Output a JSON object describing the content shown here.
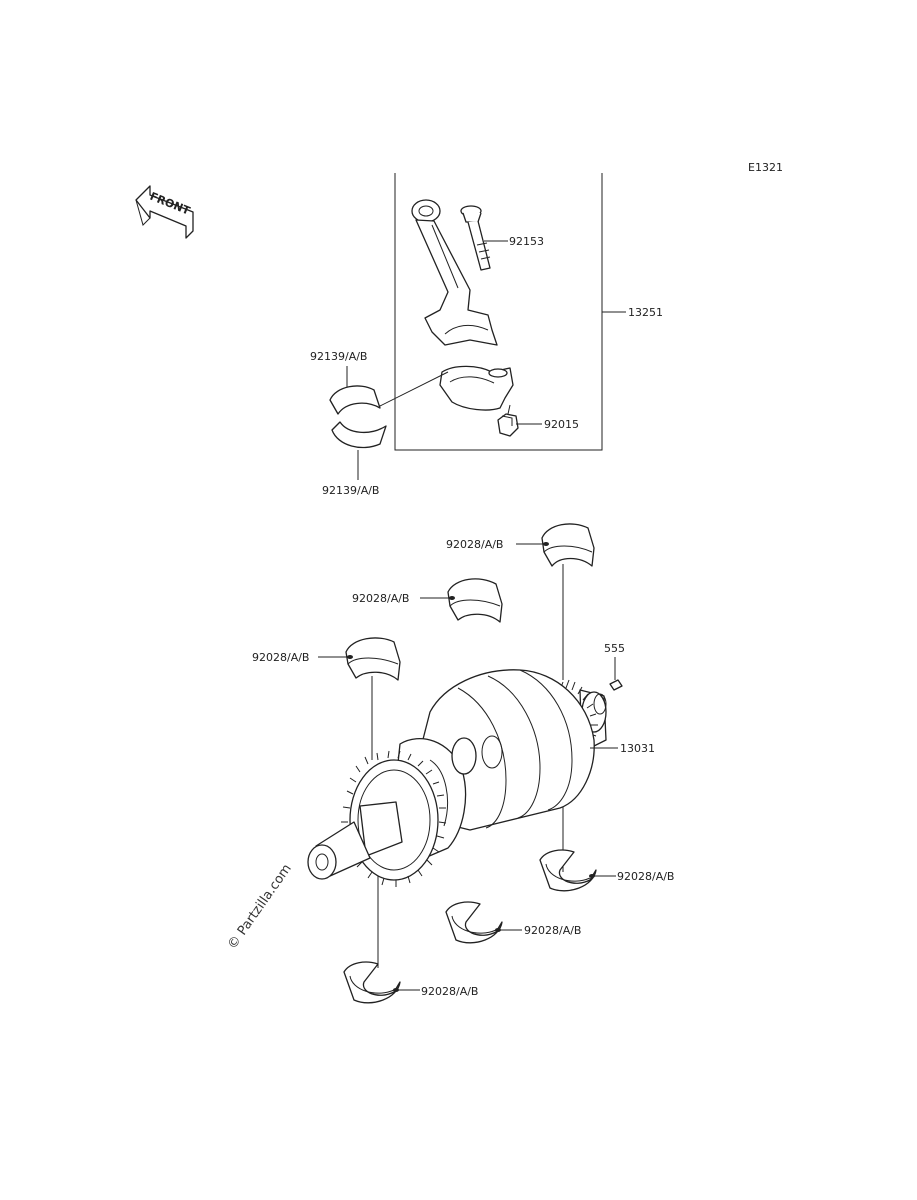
{
  "diagram": {
    "code": "E1321",
    "front_label": "FRONT",
    "watermark": "© Partzilla.com",
    "footer_line1": "",
    "footer_line2": "",
    "callouts": {
      "bolt": "92153",
      "connecting_rod_assy": "13251",
      "rod_bearing_upper": "92139/A/B",
      "rod_bearing_lower": "92139/A/B",
      "nut": "92015",
      "main_bearing_top_right": "92028/A/B",
      "main_bearing_top_center": "92028/A/B",
      "main_bearing_top_left": "92028/A/B",
      "pin": "555",
      "crankshaft": "13031",
      "main_bearing_bottom_right": "92028/A/B",
      "main_bearing_bottom_center": "92028/A/B",
      "main_bearing_bottom_left": "92028/A/B"
    }
  }
}
